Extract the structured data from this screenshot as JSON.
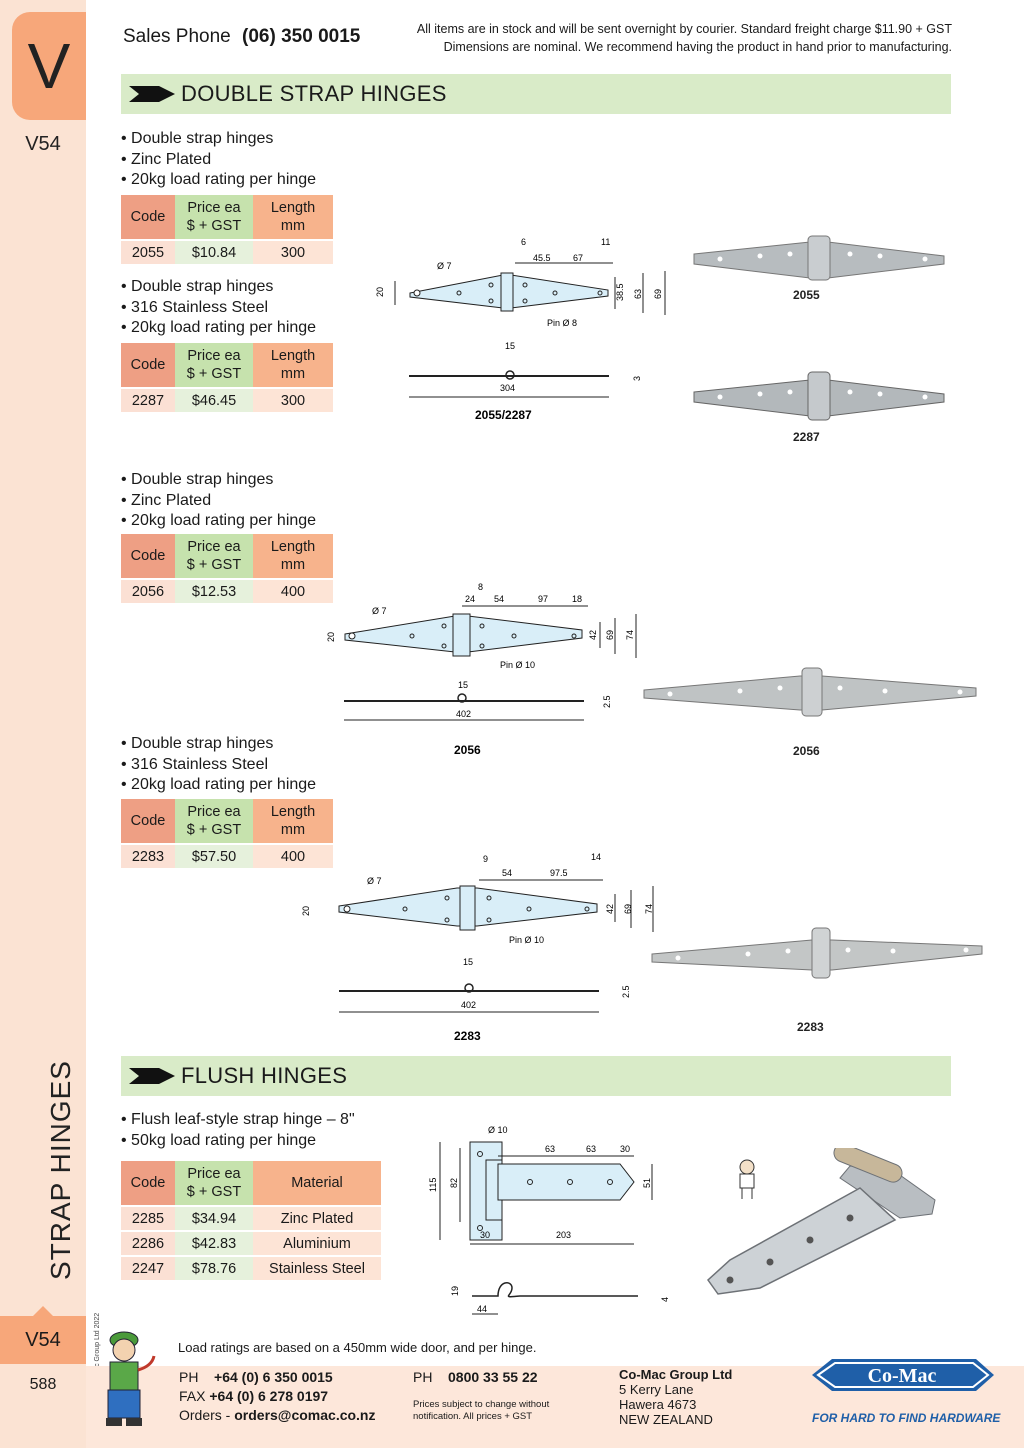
{
  "sidebar": {
    "letter": "V",
    "code_top": "V54",
    "section": "STRAP HINGES",
    "copyright": "© Co-Mac Group Ltd 2022",
    "code_bottom": "V54",
    "page": "588"
  },
  "header": {
    "sales_label": "Sales Phone",
    "sales_number": "(06) 350 0015",
    "note_line1": "All items are in stock and will be sent overnight by courier. Standard freight charge $11.90 + GST",
    "note_line2": "Dimensions are nominal. We recommend having the product in hand prior to manufacturing."
  },
  "sections": {
    "double": "DOUBLE STRAP HINGES",
    "flush": "FLUSH HINGES"
  },
  "table_headers": {
    "code": "Code",
    "price_1": "Price ea",
    "price_2": "$ + GST",
    "len_1": "Length",
    "len_2": "mm",
    "material": "Material"
  },
  "products": [
    {
      "bullets": [
        "• Double strap hinges",
        "• Zinc Plated",
        "• 20kg load rating per hinge"
      ],
      "code": "2055",
      "price": "$10.84",
      "length": "300"
    },
    {
      "bullets": [
        "• Double strap hinges",
        "• 316 Stainless Steel",
        "• 20kg load rating per hinge"
      ],
      "code": "2287",
      "price": "$46.45",
      "length": "300"
    },
    {
      "bullets": [
        "• Double strap hinges",
        "• Zinc Plated",
        "• 20kg load rating per hinge"
      ],
      "code": "2056",
      "price": "$12.53",
      "length": "400"
    },
    {
      "bullets": [
        "• Double strap hinges",
        "• 316 Stainless Steel",
        "• 20kg load rating per hinge"
      ],
      "code": "2283",
      "price": "$57.50",
      "length": "400"
    }
  ],
  "flush": {
    "bullets": [
      "• Flush leaf-style strap hinge – 8\"",
      "• 50kg load rating per hinge"
    ],
    "rows": [
      {
        "code": "2285",
        "price": "$34.94",
        "material": "Zinc Plated"
      },
      {
        "code": "2286",
        "price": "$42.83",
        "material": "Aluminium"
      },
      {
        "code": "2247",
        "price": "$78.76",
        "material": "Stainless Steel"
      }
    ]
  },
  "drawings": {
    "d1": {
      "dia": "Ø 7",
      "h": "20",
      "a": "6",
      "b": "45.5",
      "c": "67",
      "d": "11",
      "e": "38.5",
      "f": "63",
      "g": "69",
      "pin": "Pin Ø 8",
      "w": "15",
      "len": "304",
      "t": "3",
      "caption": "2055/2287"
    },
    "d2": {
      "dia": "Ø 7",
      "h": "20",
      "a": "8",
      "b": "24",
      "c": "54",
      "d": "97",
      "e": "18",
      "f": "42",
      "g": "69",
      "i": "74",
      "pin": "Pin Ø 10",
      "w": "15",
      "len": "402",
      "t": "2.5",
      "caption": "2056"
    },
    "d3": {
      "dia": "Ø 7",
      "h": "20",
      "a": "9",
      "c": "54",
      "d": "97.5",
      "e": "14",
      "f": "42",
      "g": "69",
      "i": "74",
      "pin": "Pin Ø 10",
      "w": "15",
      "len": "402",
      "t": "2.5",
      "caption": "2283"
    },
    "d4": {
      "dia": "Ø 10",
      "a": "63",
      "b": "63",
      "c": "30",
      "h1": "115",
      "h2": "82",
      "h3": "51",
      "w1": "30",
      "w2": "203",
      "s1": "19",
      "s2": "44",
      "s3": "4"
    }
  },
  "photo_labels": {
    "p1": "2055",
    "p2": "2287",
    "p3": "2056",
    "p4": "2283"
  },
  "footer": {
    "note": "Load ratings are based on a 450mm wide door, and per hinge.",
    "ph_label": "PH",
    "ph": "+64 (0) 6 350 0015",
    "fax_label": "FAX",
    "fax": "+64 (0) 6 278 0197",
    "orders_label": "Orders -",
    "orders": "orders@comac.co.nz",
    "ph2_label": "PH",
    "ph2": "0800 33 55 22",
    "disclaimer1": "Prices subject to change without",
    "disclaimer2": "notification. All prices + GST",
    "company": "Co-Mac Group Ltd",
    "addr1": "5 Kerry Lane",
    "addr2": "Hawera 4673",
    "addr3": "NEW ZEALAND",
    "logo": "Co-Mac",
    "tagline": "FOR HARD TO FIND HARDWARE"
  }
}
